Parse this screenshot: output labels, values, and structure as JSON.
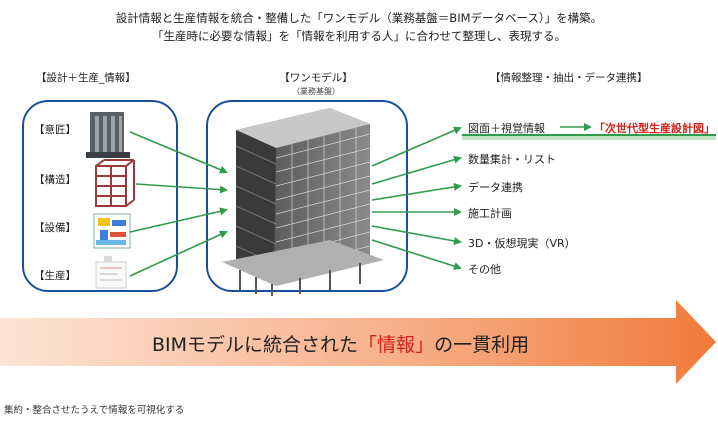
{
  "intro": {
    "line1": "設計情報と生産情報を統合・整備した「ワンモデル（業務基盤＝BIMデータベース）」を構築。",
    "line2": "「生産時に必要な情報」を「情報を利用する人」に合わせて整理し、表現する。"
  },
  "left_panel": {
    "title": "【設計＋生産_情報】",
    "items": [
      {
        "label": "【意匠】"
      },
      {
        "label": "【構造】"
      },
      {
        "label": "【設備】"
      },
      {
        "label": "【生産】"
      }
    ]
  },
  "center_panel": {
    "title": "【ワンモデル】",
    "subtitle": "（業務基盤）"
  },
  "right_section": {
    "title": "【情報整理・抽出・データ連携】",
    "outputs": [
      {
        "label": "図面＋視覚情報",
        "highlight": true,
        "result": "「次世代型生産設計図」"
      },
      {
        "label": "数量集計・リスト"
      },
      {
        "label": "データ連携"
      },
      {
        "label": "施工計画"
      },
      {
        "label": "3D・仮想現実（VR）"
      },
      {
        "label": "その他"
      }
    ]
  },
  "banner": {
    "prefix": "BIMモデルに統合された",
    "highlight": "「情報」",
    "suffix": "の一貫利用"
  },
  "footer": {
    "caption": "集約・整合させたうえで情報を可視化する"
  },
  "colors": {
    "panel_border": "#1a4f9c",
    "arrow_green": "#2e9c4a",
    "accent_red": "#d4231b",
    "banner_start": "#fde4d6",
    "banner_end": "#f07a3a"
  }
}
